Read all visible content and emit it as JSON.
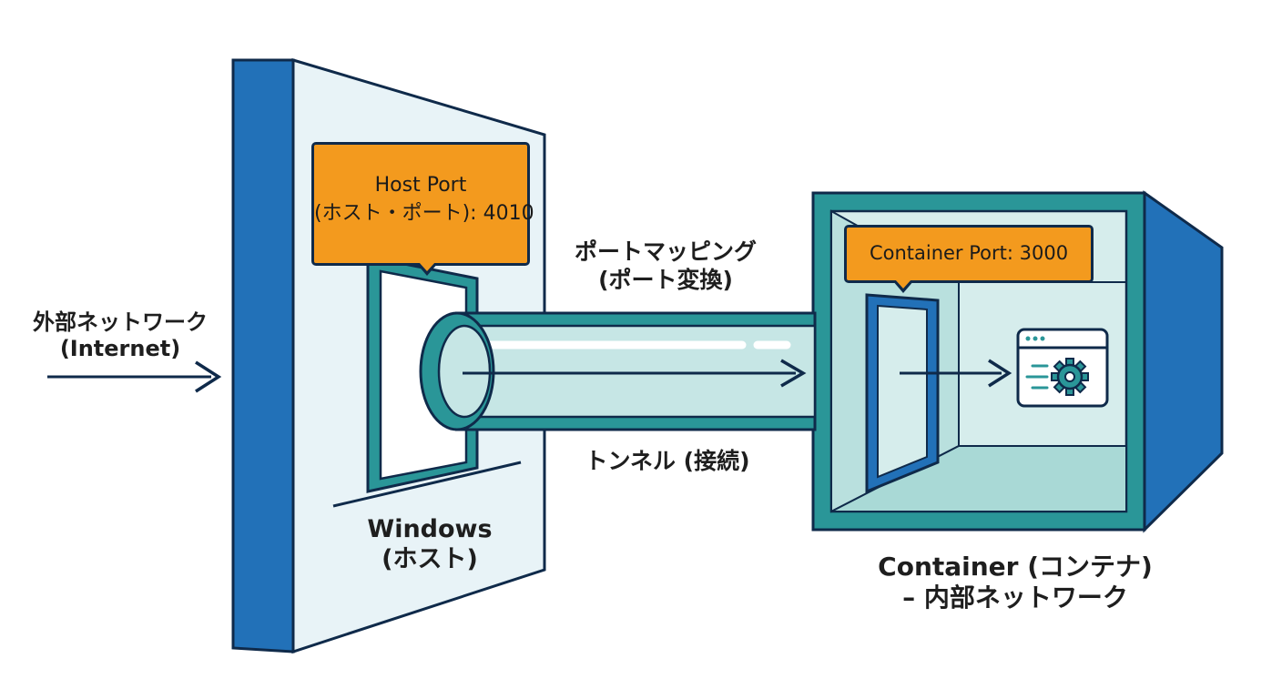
{
  "labels": {
    "external_line1": "外部ネットワーク",
    "external_line2": "(Internet)",
    "mapping_line1": "ポートマッピング",
    "mapping_line2": "(ポート変換)",
    "tunnel": "トンネル (接続)",
    "windows_line1": "Windows",
    "windows_line2": "(ホスト)",
    "container_line1": "Container (コンテナ)",
    "container_line2": "– 内部ネットワーク"
  },
  "callouts": {
    "host_line1": "Host Port",
    "host_line2": "(ホスト・ポート): 4010",
    "container": "Container Port: 3000"
  },
  "icons": {
    "app": "app-settings-window-icon",
    "arrow": "arrow-right-icon"
  },
  "colors": {
    "outline": "#0f2a4a",
    "wall_blue": "#2271b8",
    "panel_light": "#e8f3f7",
    "teal": "#2a9698",
    "tube_fill": "#c6e6e5",
    "callout_orange": "#f39a1e",
    "container_inner": "#b9e0de"
  }
}
